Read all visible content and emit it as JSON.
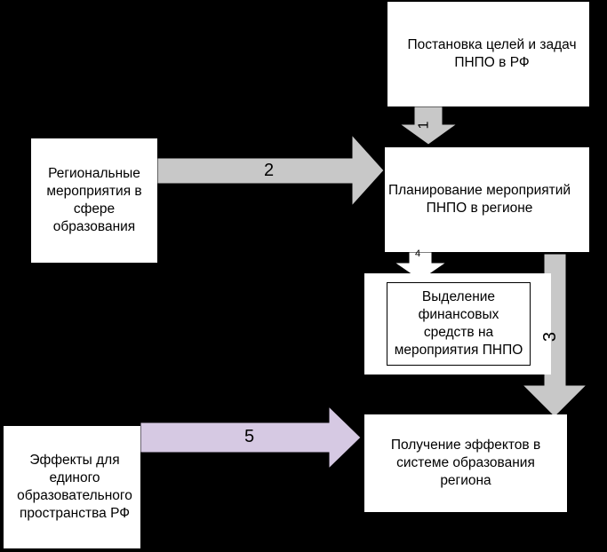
{
  "colors": {
    "background": "#000000",
    "box": "#ffffff",
    "arrow_gray": "#c8c8c8",
    "arrow_purple": "#d6c9e3",
    "arrow_stroke": "#000000"
  },
  "nodes": {
    "goals": {
      "line1": "Постановка целей и задач",
      "line2": "ПНПО в РФ"
    },
    "regional": {
      "line1": "Региональные",
      "line2": "мероприятия в",
      "line3": "сфере",
      "line4": "образования"
    },
    "planning": {
      "line1": "Планирование мероприятий",
      "line2": "ПНПО в регионе"
    },
    "funding": {
      "line1": "Выделение",
      "line2": "финансовых",
      "line3": "средств на",
      "line4": "мероприятия ПНПО"
    },
    "effects_rf": {
      "line1": "Эффекты для",
      "line2": "единого",
      "line3": "образовательного",
      "line4": "пространства РФ"
    },
    "results": {
      "line1": "Получение эффектов в",
      "line2": "системе образования",
      "line3": "региона"
    }
  },
  "edges": [
    {
      "id": "1",
      "label": "1",
      "from": "goals",
      "to": "planning"
    },
    {
      "id": "2",
      "label": "2",
      "from": "regional",
      "to": "planning"
    },
    {
      "id": "3",
      "label": "3",
      "from": "planning",
      "to": "results"
    },
    {
      "id": "4",
      "label": "4",
      "from": "planning",
      "to": "funding"
    },
    {
      "id": "5",
      "label": "5",
      "from": "effects_rf",
      "to": "results"
    }
  ]
}
